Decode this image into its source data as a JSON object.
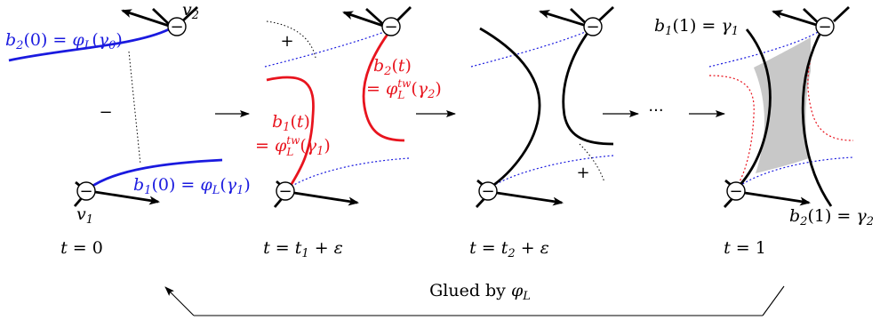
{
  "colors": {
    "ink": "#000000",
    "blue": "#1a1adf",
    "red": "#e8141e",
    "shade": "#c8c8c8"
  },
  "vertex_sign": "−",
  "region_signs": {
    "minus": "−",
    "plus": "+"
  },
  "vertex_labels": {
    "v1": "v1",
    "v2": "v2"
  },
  "panel0": {
    "b2_label": "b2(0) = φL(γ0)",
    "b1_label": "b1(0) = φL(γ1)"
  },
  "panel1": {
    "b2_label_line1": "b2(t)",
    "b2_label_line2": "= φLtw(γ2)",
    "b1_label_line1": "b1(t)",
    "b1_label_line2": "= φLtw(γ1)"
  },
  "panel3": {
    "b1_label": "b1(1) = γ1",
    "b2_label": "b2(1) = γ2"
  },
  "time_labels": [
    "t = 0",
    "t = t1 + ε",
    "t = t2 + ε",
    "t = 1"
  ],
  "ellipsis": "···",
  "glue_label": "Glued by φL"
}
